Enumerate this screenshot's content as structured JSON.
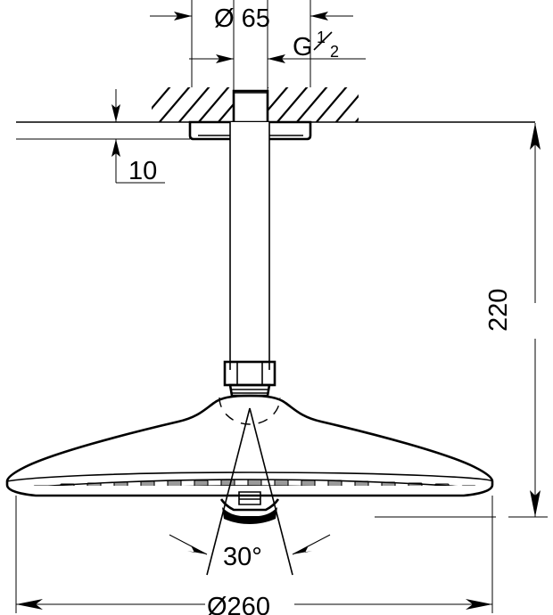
{
  "drawing": {
    "title": "Ceiling-mounted shower head technical dimension drawing",
    "units": "mm",
    "line_color": "#000000",
    "background_color": "#ffffff"
  },
  "dimensions": {
    "ceiling_flange_diameter": {
      "label": "Ø 65",
      "value": 65,
      "symbol": "Ø",
      "orientation": "horizontal",
      "position": "top"
    },
    "thread_spec": {
      "label_main": "G",
      "label_numerator": "1",
      "label_denominator": "2",
      "label_full": "G 1/2",
      "orientation": "horizontal",
      "position": "top-right"
    },
    "ceiling_plate_height": {
      "label": "10",
      "value": 10,
      "orientation": "vertical",
      "position": "left"
    },
    "drop_length": {
      "label": "220",
      "value": 220,
      "orientation": "vertical",
      "position": "right"
    },
    "spray_angle": {
      "label": "30°",
      "value": 30,
      "unit": "degrees",
      "position": "bottom-center"
    },
    "head_diameter": {
      "label": "Ø260",
      "value": 260,
      "symbol": "Ø",
      "orientation": "horizontal",
      "position": "bottom"
    }
  },
  "components": {
    "ceiling": "hatched-ceiling-section",
    "ceiling_plate": "escutcheon-flange",
    "riser_pipe": "vertical-shower-arm",
    "hex_nut": "hexagonal-connector-nut",
    "shower_head": "round-rain-shower-head",
    "nozzle_array": "silicone-spray-nozzles",
    "center_jet": "center-spray-outlet"
  }
}
